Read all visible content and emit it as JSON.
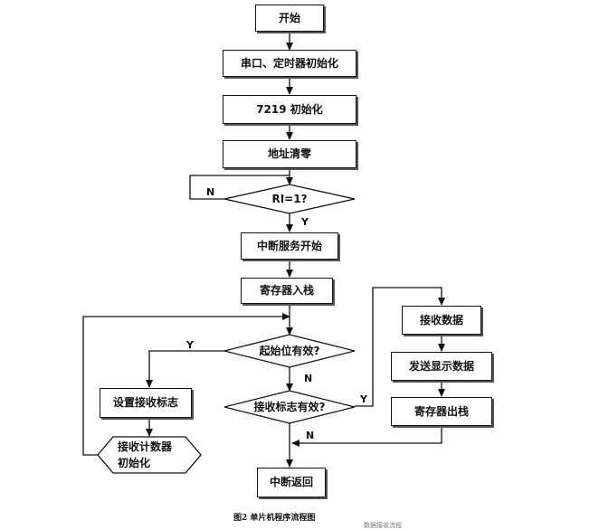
{
  "nodes": {
    "start": "开始",
    "init_serial_timer": "串口、定时器初始化",
    "init_7219": "7219 初始化",
    "clear_address": "地址清零",
    "ri_check": "RI=1?",
    "isr_start": "中断服务开始",
    "push_registers": "寄存器入栈",
    "start_bit_check": "起始位有效?",
    "set_receive_flag": "设置接收标志",
    "init_receive_counter": "接收计数器\n初始化",
    "receive_flag_check": "接收标志有效?",
    "interrupt_return": "中断返回",
    "receive_data": "接收数据",
    "send_display_data": "发送显示数据",
    "pop_registers": "寄存器出栈"
  },
  "edge_labels": {
    "ri_no": "N",
    "ri_yes": "Y",
    "start_bit_yes": "Y",
    "start_bit_no": "N",
    "receive_flag_yes": "Y",
    "pop_no": "N"
  },
  "caption": "图2   单片机程序流程图",
  "caption_fragment": "数据接收流程"
}
